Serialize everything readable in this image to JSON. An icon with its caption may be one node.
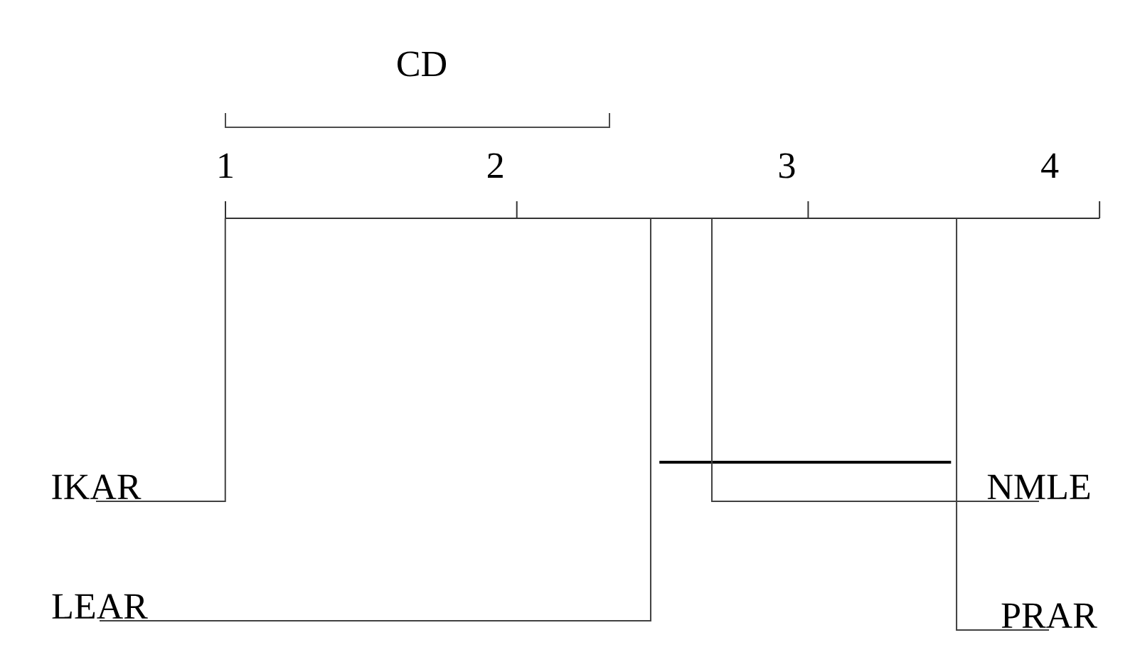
{
  "diagram": {
    "nodes": [
      {
        "text": [
          "IKAR"
        ]
      },
      {
        "text": [
          "LEAR"
        ]
      },
      {
        "text": [
          "NMLE"
        ]
      },
      {
        "text": [
          "PRAR"
        ]
      },
      {
        "text": [],
        "shape": "bar"
      }
    ],
    "edges": [
      {
        "from": 4,
        "to": 0,
        "arrow": "none"
      },
      {
        "from": 4,
        "to": 1,
        "arrow": "none"
      },
      {
        "from": 4,
        "to": 2,
        "arrow": "none"
      },
      {
        "from": 4,
        "to": 3,
        "arrow": "none"
      }
    ],
    "labels": [
      "CD",
      "1",
      "2",
      "3",
      "4"
    ]
  }
}
